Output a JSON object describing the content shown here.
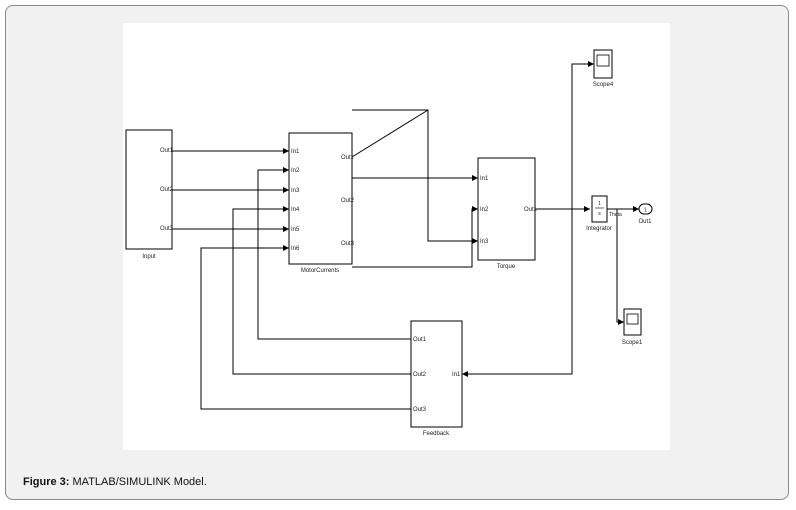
{
  "figure": {
    "caption_label": "Figure 3:",
    "caption_text": "MATLAB/SIMULINK Model."
  },
  "blocks": {
    "input": {
      "name": "Input",
      "ports": [
        "Out1",
        "Out2",
        "Out3"
      ]
    },
    "motor": {
      "name": "MotorCurrents",
      "in_ports": [
        "In1",
        "In2",
        "In3",
        "In4",
        "In5",
        "In6"
      ],
      "out_ports": [
        "Out1",
        "Out2",
        "Out3"
      ]
    },
    "torque": {
      "name": "Torque",
      "in_ports": [
        "In1",
        "In2",
        "In3"
      ],
      "out_ports": [
        "Out1"
      ]
    },
    "integrator": {
      "name": "Integrator",
      "symbol_num": "1",
      "symbol_den": "s"
    },
    "theta_label": "Theta",
    "outport": {
      "name": "Out1",
      "number": "1"
    },
    "scope4": {
      "name": "Scope4"
    },
    "scope1": {
      "name": "Scope1"
    },
    "feedback": {
      "name": "Feedback",
      "in_ports": [
        "In1"
      ],
      "out_ports": [
        "Out1",
        "Out2",
        "Out3"
      ]
    }
  }
}
